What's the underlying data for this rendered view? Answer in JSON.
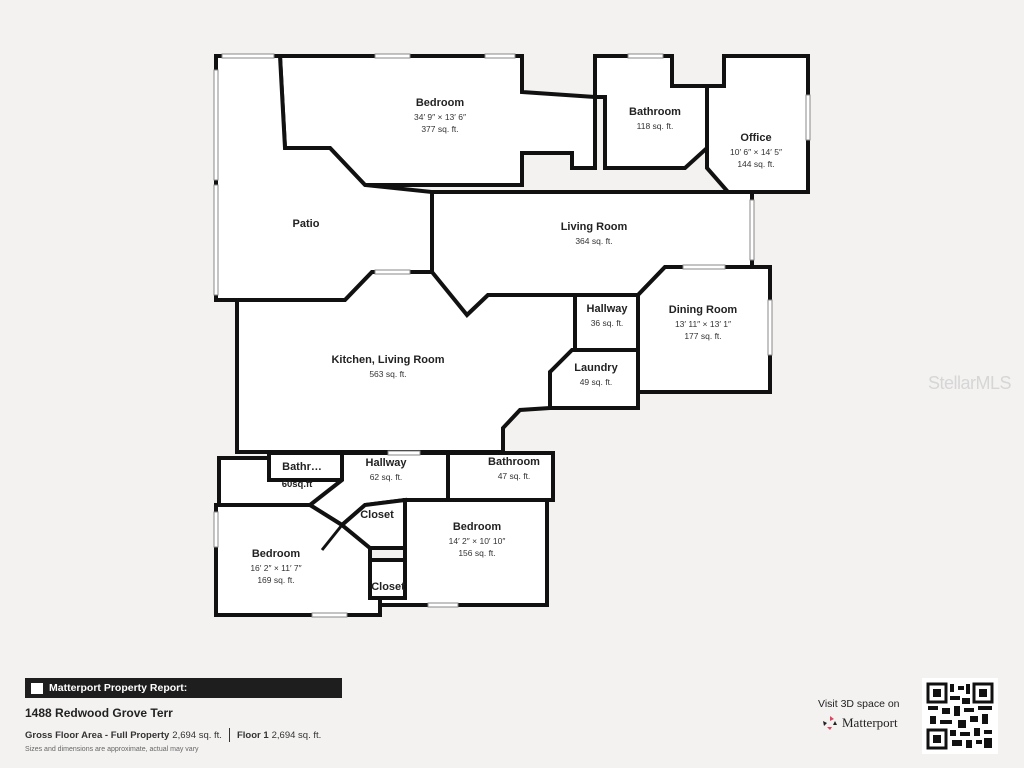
{
  "rooms": [
    {
      "name": "Bedroom",
      "dims": "34′ 9″ × 13′ 6″",
      "area": "377 sq. ft."
    },
    {
      "name": "Bathroom",
      "dims": "",
      "area": "118 sq. ft."
    },
    {
      "name": "Office",
      "dims": "10′ 6″ × 14′ 5″",
      "area": "144 sq. ft."
    },
    {
      "name": "Patio",
      "dims": "",
      "area": ""
    },
    {
      "name": "Living Room",
      "dims": "",
      "area": "364 sq. ft."
    },
    {
      "name": "Hallway",
      "dims": "",
      "area": "36 sq. ft."
    },
    {
      "name": "Dining Room",
      "dims": "13′ 11″ × 13′ 1″",
      "area": "177 sq. ft."
    },
    {
      "name": "Kitchen, Living Room",
      "dims": "",
      "area": "563 sq. ft."
    },
    {
      "name": "Laundry",
      "dims": "",
      "area": "49 sq. ft."
    },
    {
      "name": "Bathr…",
      "dims": "",
      "area": "60sq.ft"
    },
    {
      "name": "Hallway",
      "dims": "",
      "area": "62 sq. ft."
    },
    {
      "name": "Bathroom",
      "dims": "",
      "area": "47 sq. ft."
    },
    {
      "name": "Closet",
      "dims": "",
      "area": ""
    },
    {
      "name": "Bedroom",
      "dims": "14′ 2″ × 10′ 10″",
      "area": "156 sq. ft."
    },
    {
      "name": "Bedroom",
      "dims": "16′ 2″ × 11′ 7″",
      "area": "169 sq. ft."
    },
    {
      "name": "Closet",
      "dims": "",
      "area": ""
    }
  ],
  "watermark": "StellarMLS",
  "report": {
    "title": "Matterport Property Report:",
    "address": "1488 Redwood Grove Terr",
    "gross_label": "Gross Floor Area - Full Property",
    "gross_value": "2,694 sq. ft.",
    "floor_label": "Floor 1",
    "floor_value": "2,694 sq. ft.",
    "note": "Sizes and dimensions are approximate, actual may vary"
  },
  "visit": {
    "text": "Visit 3D space on",
    "brand": "Matterport"
  },
  "colors": {
    "wall": "#111111",
    "background": "#f3f2f1",
    "brand": "#e0445e"
  }
}
